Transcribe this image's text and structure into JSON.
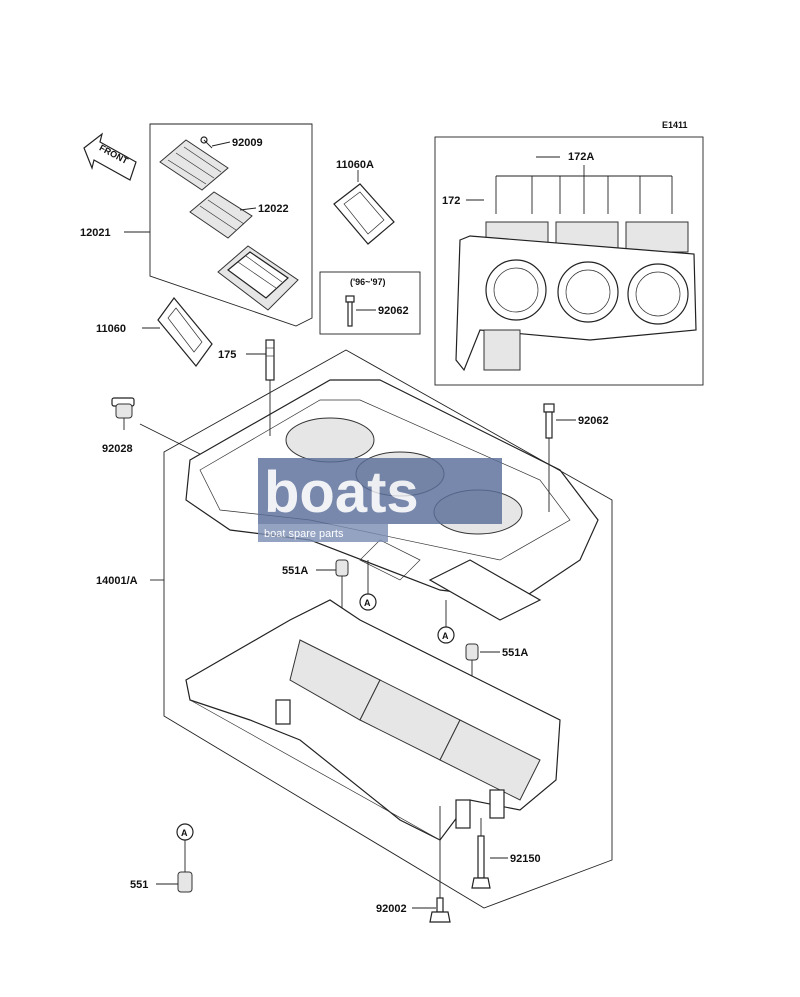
{
  "figure_code": "E1411",
  "front_label": "FRONT",
  "ref_marker": "A",
  "watermark": {
    "brand": "boats",
    "tagline": "boat spare parts",
    "color": "#5a6f9a"
  },
  "parts": {
    "p92009": "92009",
    "p12022": "12022",
    "p12021": "12021",
    "p11060A": "11060A",
    "p11060": "11060",
    "p172A": "172A",
    "p172": "172",
    "p92062a": "92062",
    "p92062a_note": "('96~'97)",
    "p175": "175",
    "p92028": "92028",
    "p92062b": "92062",
    "p14001A": "14001/A",
    "p551Aa": "551A",
    "p551Ab": "551A",
    "p92150": "92150",
    "p551": "551",
    "p92002": "92002"
  }
}
